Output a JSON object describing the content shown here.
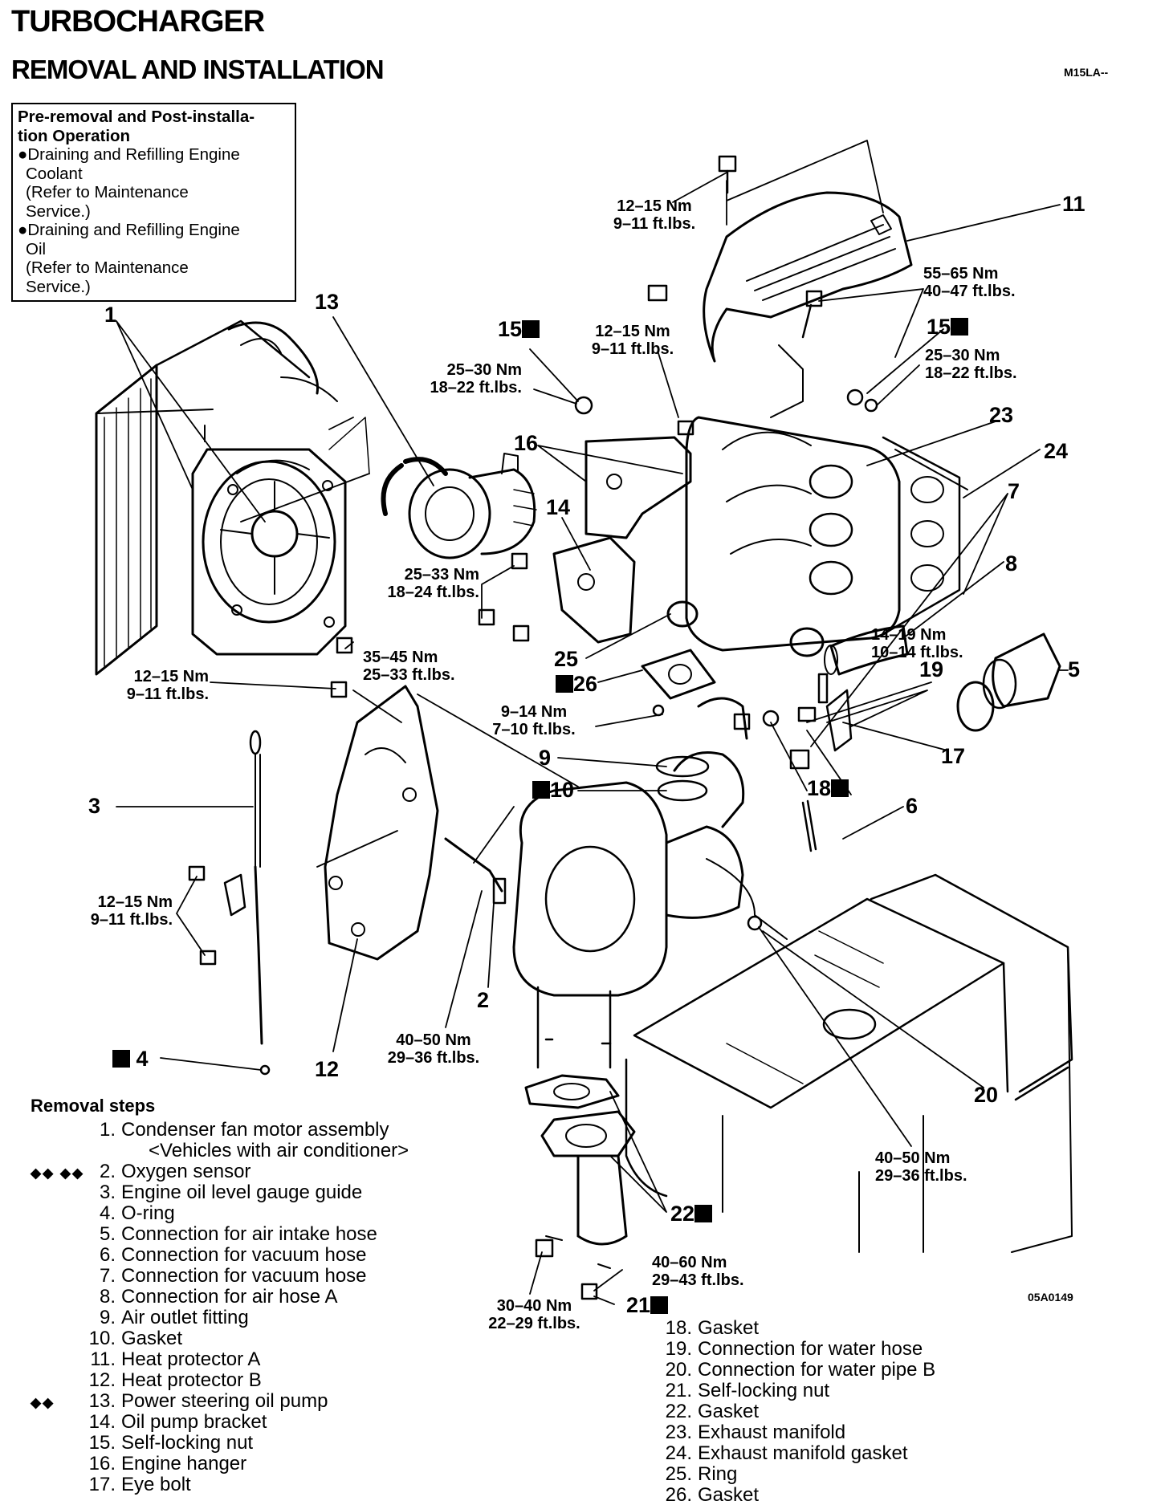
{
  "header": {
    "title": "TURBOCHARGER",
    "subtitle": "REMOVAL AND INSTALLATION",
    "code": "M15LA--"
  },
  "pre_box": {
    "heading_line1": "Pre-removal and Post-installa-",
    "heading_line2": "tion Operation",
    "items": [
      {
        "line1": "●Draining and Refilling Engine",
        "line2": "Coolant",
        "line3": "(Refer to Maintenance",
        "line4": "Service.)"
      },
      {
        "line1": "●Draining and Refilling Engine",
        "line2": "Oil",
        "line3": "(Refer to Maintenance",
        "line4": "Service.)"
      }
    ]
  },
  "torques": {
    "t_top_bolt": {
      "nm": "12–15 Nm",
      "ft": "9–11 ft.lbs."
    },
    "t_manifold_stud": {
      "nm": "55–65 Nm",
      "ft": "40–47 ft.lbs."
    },
    "t_bracket_bolt": {
      "nm": "12–15 Nm",
      "ft": "9–11 ft.lbs."
    },
    "t_nut_left": {
      "nm": "25–30 Nm",
      "ft": "18–22 ft.lbs."
    },
    "t_nut_right": {
      "nm": "25–30 Nm",
      "ft": "18–22 ft.lbs."
    },
    "t_pump_bolt": {
      "nm": "25–33 Nm",
      "ft": "18–24 ft.lbs."
    },
    "t_bracket_lower": {
      "nm": "35–45 Nm",
      "ft": "25–33 ft.lbs."
    },
    "t_water_hose": {
      "nm": "14–19 Nm",
      "ft": "10–14 ft.lbs."
    },
    "t_protector_b_top": {
      "nm": "12–15 Nm",
      "ft": "9–11 ft.lbs."
    },
    "t_air_outlet": {
      "nm": "9–14 Nm",
      "ft": "7–10 ft.lbs."
    },
    "t_gauge_guide": {
      "nm": "12–15 Nm",
      "ft": "9–11 ft.lbs."
    },
    "t_oxygen": {
      "nm": "40–50 Nm",
      "ft": "29–36 ft.lbs."
    },
    "t_water_pipe": {
      "nm": "40–50 Nm",
      "ft": "29–36 ft.lbs."
    },
    "t_exhaust_nut": {
      "nm": "40–60 Nm",
      "ft": "29–43 ft.lbs."
    },
    "t_exhaust_bolt": {
      "nm": "30–40 Nm",
      "ft": "22–29 ft.lbs."
    }
  },
  "callouts": {
    "c1": "1",
    "c2": "2",
    "c3": "3",
    "c4": "4",
    "c5": "5",
    "c6": "6",
    "c7": "7",
    "c8": "8",
    "c9": "9",
    "c10": "10",
    "c11": "11",
    "c12": "12",
    "c13": "13",
    "c14": "14",
    "c15a": "15",
    "c15b": "15",
    "c16": "16",
    "c17": "17",
    "c18": "18",
    "c19": "19",
    "c20": "20",
    "c21": "21",
    "c22": "22",
    "c23": "23",
    "c24": "24",
    "c25": "25",
    "c26": "26"
  },
  "figure_code": "05A0149",
  "removal": {
    "heading": "Removal steps",
    "left": [
      {
        "n": "1.",
        "t": "Condenser fan motor assembly",
        "mark": ""
      },
      {
        "n": "",
        "t": "<Vehicles with air conditioner>",
        "mark": ""
      },
      {
        "n": "2.",
        "t": "Oxygen sensor",
        "mark": "◆◆ ◆◆"
      },
      {
        "n": "3.",
        "t": "Engine oil level gauge guide",
        "mark": ""
      },
      {
        "n": "4.",
        "t": "O-ring",
        "mark": ""
      },
      {
        "n": "5.",
        "t": "Connection for air intake hose",
        "mark": ""
      },
      {
        "n": "6.",
        "t": "Connection for vacuum hose",
        "mark": ""
      },
      {
        "n": "7.",
        "t": "Connection for vacuum hose",
        "mark": ""
      },
      {
        "n": "8.",
        "t": "Connection for air hose A",
        "mark": ""
      },
      {
        "n": "9.",
        "t": "Air outlet fitting",
        "mark": ""
      },
      {
        "n": "10.",
        "t": "Gasket",
        "mark": ""
      },
      {
        "n": "11.",
        "t": "Heat protector A",
        "mark": ""
      },
      {
        "n": "12.",
        "t": "Heat protector B",
        "mark": ""
      },
      {
        "n": "13.",
        "t": "Power steering oil pump",
        "mark": "◆◆"
      },
      {
        "n": "14.",
        "t": "Oil pump bracket",
        "mark": ""
      },
      {
        "n": "15.",
        "t": "Self-locking nut",
        "mark": ""
      },
      {
        "n": "16.",
        "t": "Engine hanger",
        "mark": ""
      },
      {
        "n": "17.",
        "t": "Eye bolt",
        "mark": ""
      }
    ],
    "right": [
      {
        "n": "18.",
        "t": "Gasket"
      },
      {
        "n": "19.",
        "t": "Connection for water hose"
      },
      {
        "n": "20.",
        "t": "Connection for water pipe B"
      },
      {
        "n": "21.",
        "t": "Self-locking nut"
      },
      {
        "n": "22.",
        "t": "Gasket"
      },
      {
        "n": "23.",
        "t": "Exhaust manifold"
      },
      {
        "n": "24.",
        "t": "Exhaust manifold gasket"
      },
      {
        "n": "25.",
        "t": "Ring"
      },
      {
        "n": "26.",
        "t": "Gasket"
      }
    ]
  }
}
